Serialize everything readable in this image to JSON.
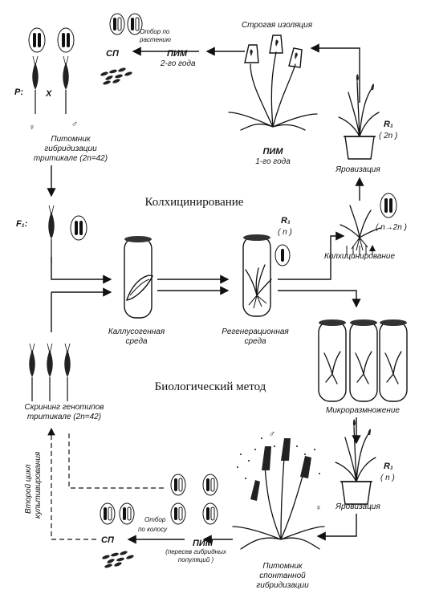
{
  "labels": {
    "strict_isolation": "Строгая изоляция",
    "selection_plant": "Отбор по растению",
    "sp_top": "СП",
    "pim2": "ПИМ",
    "year2": "2-го года",
    "p_label": "P:",
    "cross": "X",
    "female": "♀",
    "male": "♂",
    "nursery_line1": "Питомник",
    "nursery_line2": "гибридизации",
    "nursery_line3": "тритикале (2n=42)",
    "pim1": "ПИМ",
    "year1": "1-го года",
    "r1_top": "R₁",
    "r1_top_ploidy": "( 2n )",
    "vernalization_top": "Яровизация",
    "colchicine_title": "Колхицинирование",
    "f1_label": "F₁:",
    "r1_mid": "R₁",
    "r1_mid_ploidy": "( n )",
    "n_to_2n": "( n→2n )",
    "colchicine_action": "Колхицинирование",
    "callus_line1": "Каллусогенная",
    "callus_line2": "среда",
    "regen_line1": "Регенерационная",
    "regen_line2": "среда",
    "bio_method": "Биологический метод",
    "micro": "Микроразмножение",
    "screen_line1": "Скрининг генотипов",
    "screen_line2": "тритикале (2n=42)",
    "second_cycle_line1": "Второй цикл",
    "second_cycle_line2": "культивирования",
    "r1_bot": "R₁",
    "r1_bot_ploidy": "( n )",
    "vernalization_bot": "Яровизация",
    "male_bot": "♂",
    "female_bot": "♀",
    "selection_ear_line1": "Отбор",
    "selection_ear_line2": "по колосу",
    "sp_bot": "СП",
    "pim_bot": "ПИМ",
    "recross_line1": "(пересев гибридных",
    "recross_line2": "популяций )",
    "spont_line1": "Питомник",
    "spont_line2": "спонтанной",
    "spont_line3": "гибридизации"
  }
}
